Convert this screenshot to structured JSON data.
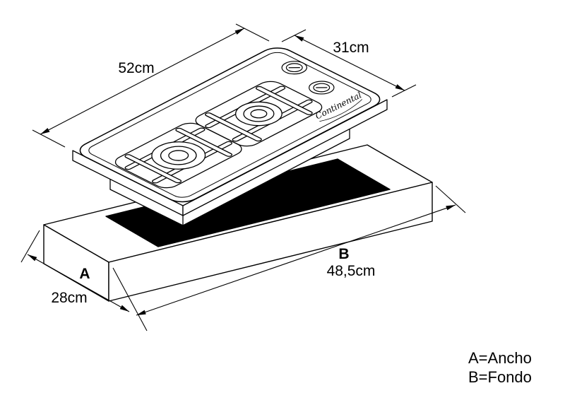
{
  "diagram": {
    "brand": "Continental",
    "dims": {
      "top_width": "52cm",
      "top_depth": "31cm",
      "a_letter": "A",
      "a_value": "28cm",
      "b_letter": "B",
      "b_value": "48,5cm"
    },
    "legend": {
      "a": "A=Ancho",
      "b": "B=Fondo"
    },
    "colors": {
      "line": "#000000",
      "background": "#ffffff",
      "cutout": "#000000"
    }
  }
}
